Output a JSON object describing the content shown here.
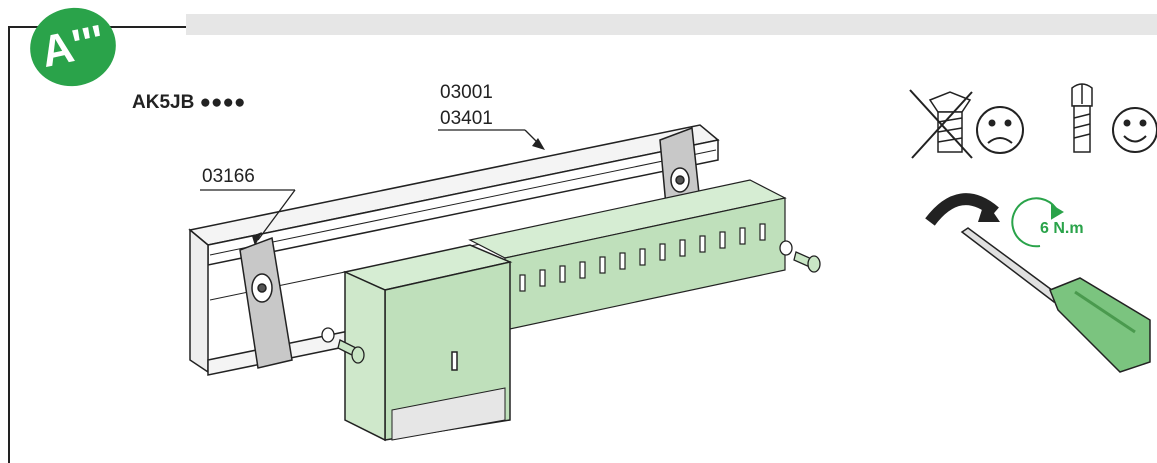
{
  "diagram": {
    "step_badge": "A'''",
    "product_code": "AK5JB ●●●●",
    "part_labels": [
      "03001",
      "03401",
      "03166"
    ],
    "torque_label": "6 N.m",
    "icons": [
      "screw-crossed-icon",
      "sad-face-icon",
      "screw-ok-icon",
      "happy-face-icon",
      "screwdriver-icon",
      "rotation-arrow-icon"
    ],
    "colors": {
      "accent_green": "#2aa34a",
      "module_green": "#c9e6c5",
      "outline": "#222222"
    }
  }
}
